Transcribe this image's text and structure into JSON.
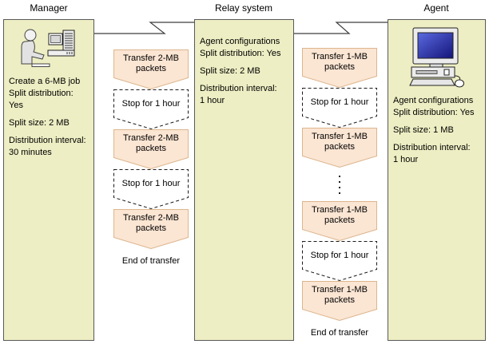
{
  "titles": {
    "manager": "Manager",
    "relay": "Relay system",
    "agent": "Agent"
  },
  "boxes": {
    "manager": {
      "paragraphs": [
        [
          "Create a 6-MB job",
          "Split distribution: Yes"
        ],
        [
          "Split size: 2 MB"
        ],
        [
          "Distribution interval:",
          "30 minutes"
        ]
      ]
    },
    "relay": {
      "paragraphs": [
        [
          "Agent configurations",
          "Split distribution: Yes"
        ],
        [
          "Split size: 2 MB"
        ],
        [
          "Distribution interval:",
          "1 hour"
        ]
      ]
    },
    "agent": {
      "paragraphs": [
        [
          "Agent configurations",
          "Split distribution: Yes"
        ],
        [
          "Split size: 1 MB"
        ],
        [
          "Distribution interval:",
          "1 hour"
        ]
      ]
    }
  },
  "flows": {
    "manager_to_relay": {
      "steps": [
        {
          "type": "transfer",
          "label": "Transfer 2-MB packets"
        },
        {
          "type": "stop",
          "label": "Stop for 1 hour"
        },
        {
          "type": "transfer",
          "label": "Transfer 2-MB packets"
        },
        {
          "type": "stop",
          "label": "Stop for 1 hour"
        },
        {
          "type": "transfer",
          "label": "Transfer 2-MB packets"
        }
      ],
      "end_label": "End of transfer"
    },
    "relay_to_agent": {
      "steps": [
        {
          "type": "transfer",
          "label": "Transfer 1-MB packets"
        },
        {
          "type": "stop",
          "label": "Stop for 1 hour"
        },
        {
          "type": "transfer",
          "label": "Transfer 1-MB packets"
        },
        {
          "type": "ellipsis"
        },
        {
          "type": "transfer",
          "label": "Transfer 1-MB packets"
        },
        {
          "type": "stop",
          "label": "Stop for 1 hour"
        },
        {
          "type": "transfer",
          "label": "Transfer 1-MB packets"
        }
      ],
      "end_label": "End of transfer"
    }
  },
  "icons": {
    "manager": "operator-at-computer-icon",
    "agent": "desktop-computer-icon"
  },
  "colors": {
    "box_fill": "#EDEEC3",
    "box_border": "#58595B",
    "transfer_fill": "#FBE5D3",
    "transfer_border": "#DCB68E",
    "stop_fill": "#FFFFFF",
    "stop_border": "#1A1A1A",
    "connector": "#3F3F3F"
  }
}
